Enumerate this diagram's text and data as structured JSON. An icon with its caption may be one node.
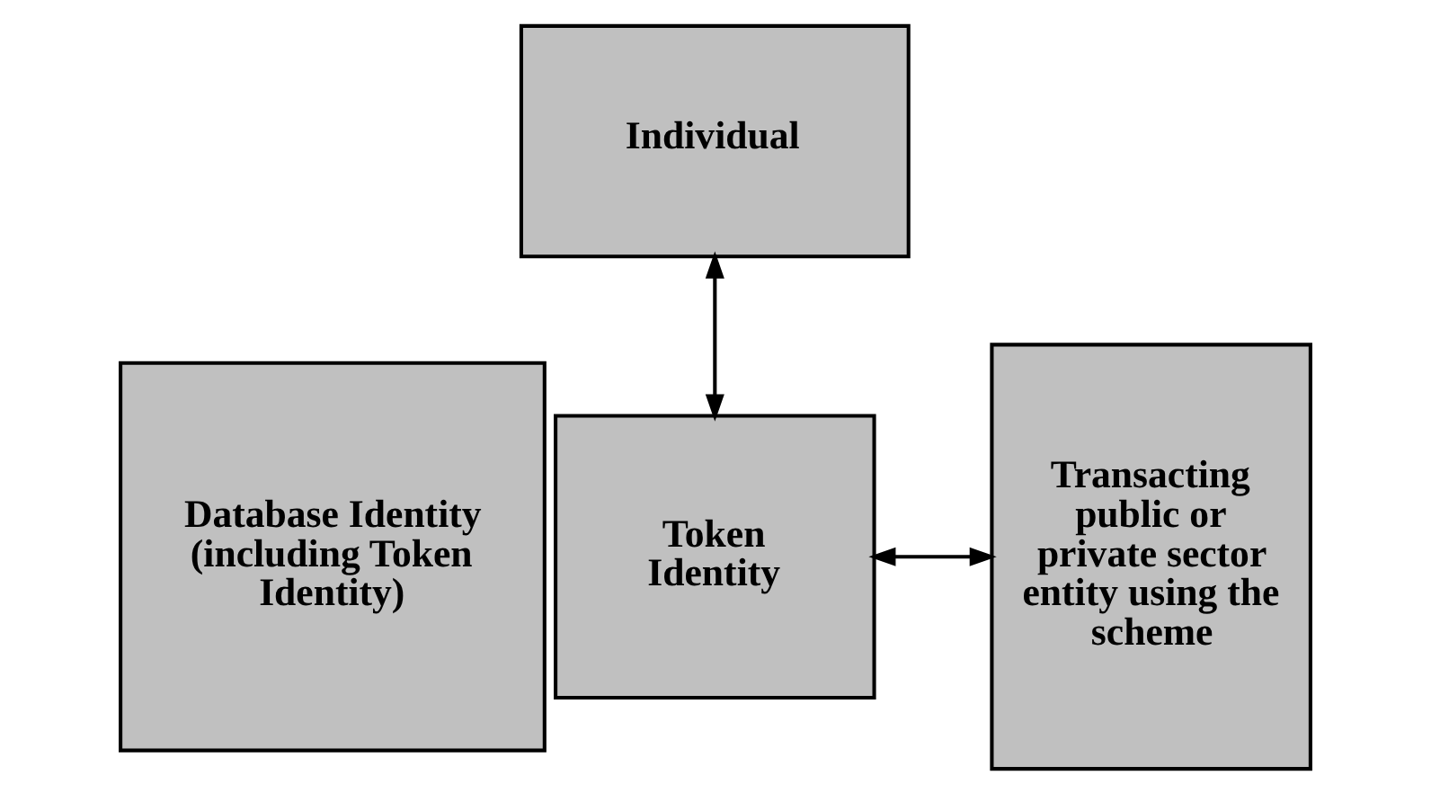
{
  "diagram": {
    "nodes": [
      {
        "text": [
          "Individual"
        ]
      },
      {
        "text": [
          "Database Identity (including Token Identity)"
        ]
      },
      {
        "text": [
          "Token Identity"
        ]
      },
      {
        "text": [
          "Transacting public or private sector entity using the scheme"
        ]
      }
    ],
    "edges": [
      {
        "from": 0,
        "to": 2,
        "arrow": "both"
      },
      {
        "from": 2,
        "to": 3,
        "arrow": "both"
      }
    ]
  }
}
